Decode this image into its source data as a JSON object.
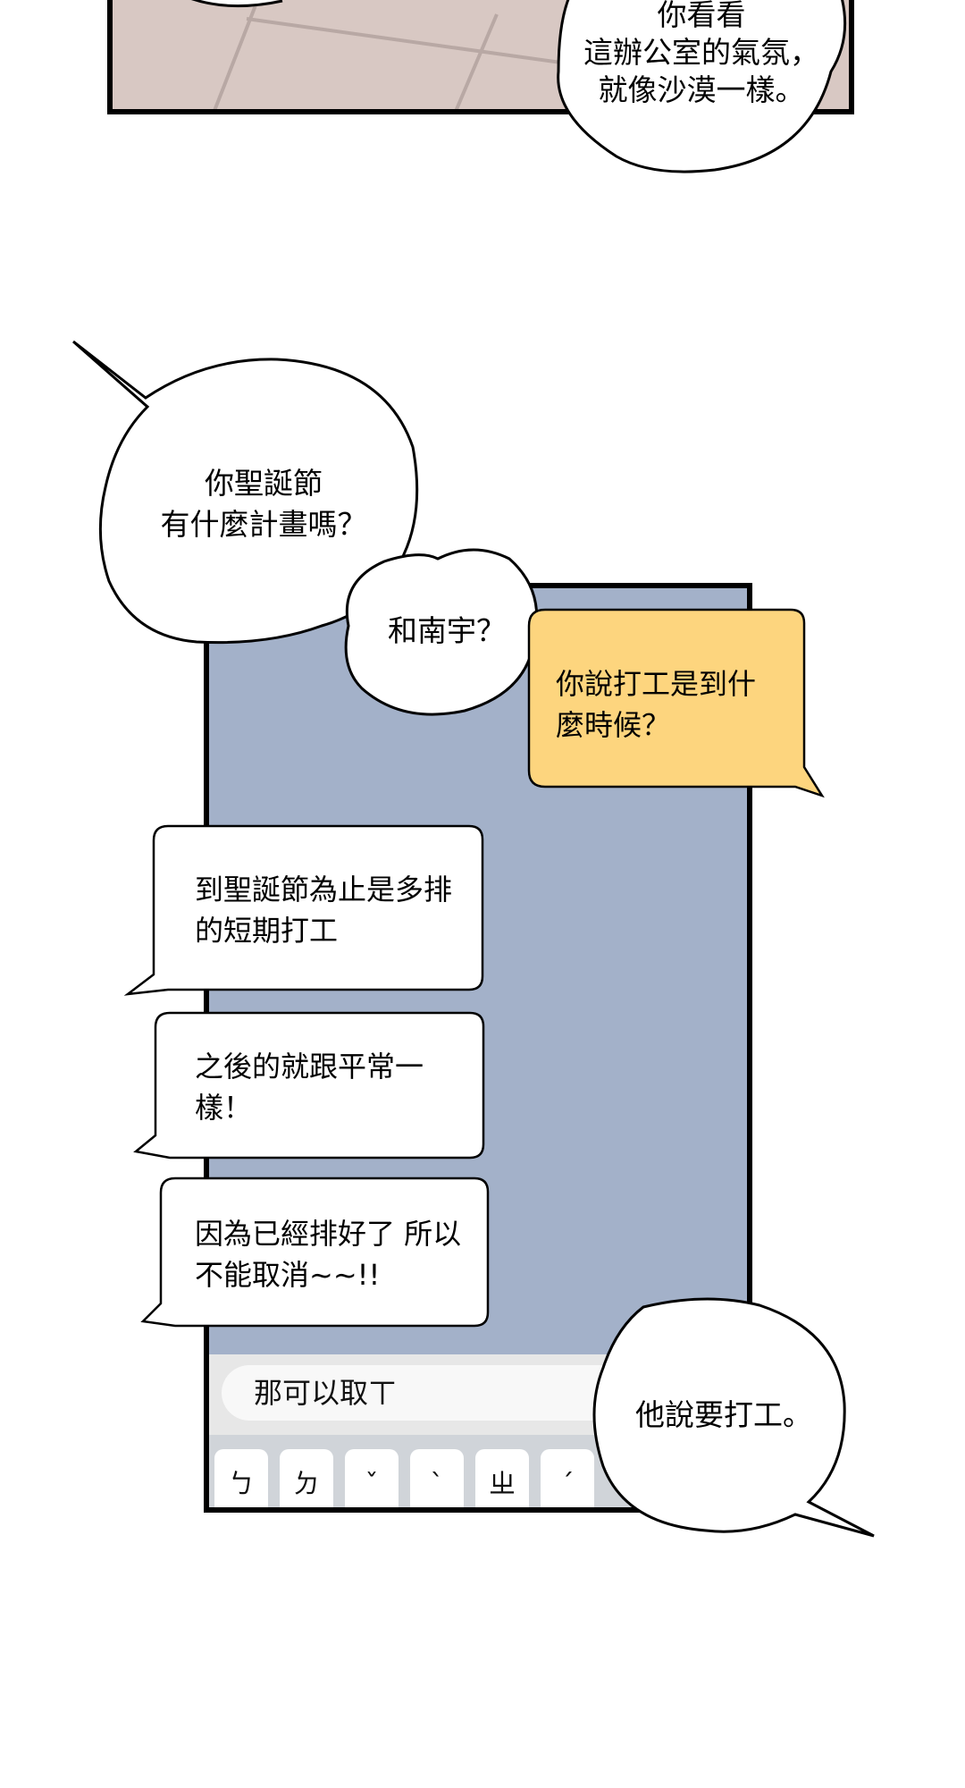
{
  "speech": {
    "office_line1": "你看看",
    "office_line2": "這辦公室的氣氛，",
    "office_line3": "就像沙漠一樣。",
    "christmas_line1": "你聖誕節",
    "christmas_line2": "有什麼計畫嗎？",
    "with_nanyu": "和南宇？",
    "he_works": "他說要打工。"
  },
  "chat": {
    "sent_message": "你說打工是到什麼時候？",
    "received": [
      "到聖誕節為止是多排的短期打工",
      "之後的就跟平常一樣！",
      "因為已經排好了 所以不能取消~~!!"
    ],
    "input_value": "那可以取ㄒ"
  },
  "keyboard": {
    "keys": [
      "ㄅ",
      "ㄉ",
      "ˇ",
      "ˋ",
      "ㄓ",
      "ˊ"
    ]
  },
  "colors": {
    "phone_bg": "#a3b1c9",
    "sent_bubble": "#fdd57e",
    "top_panel": "#d8c8c3"
  }
}
